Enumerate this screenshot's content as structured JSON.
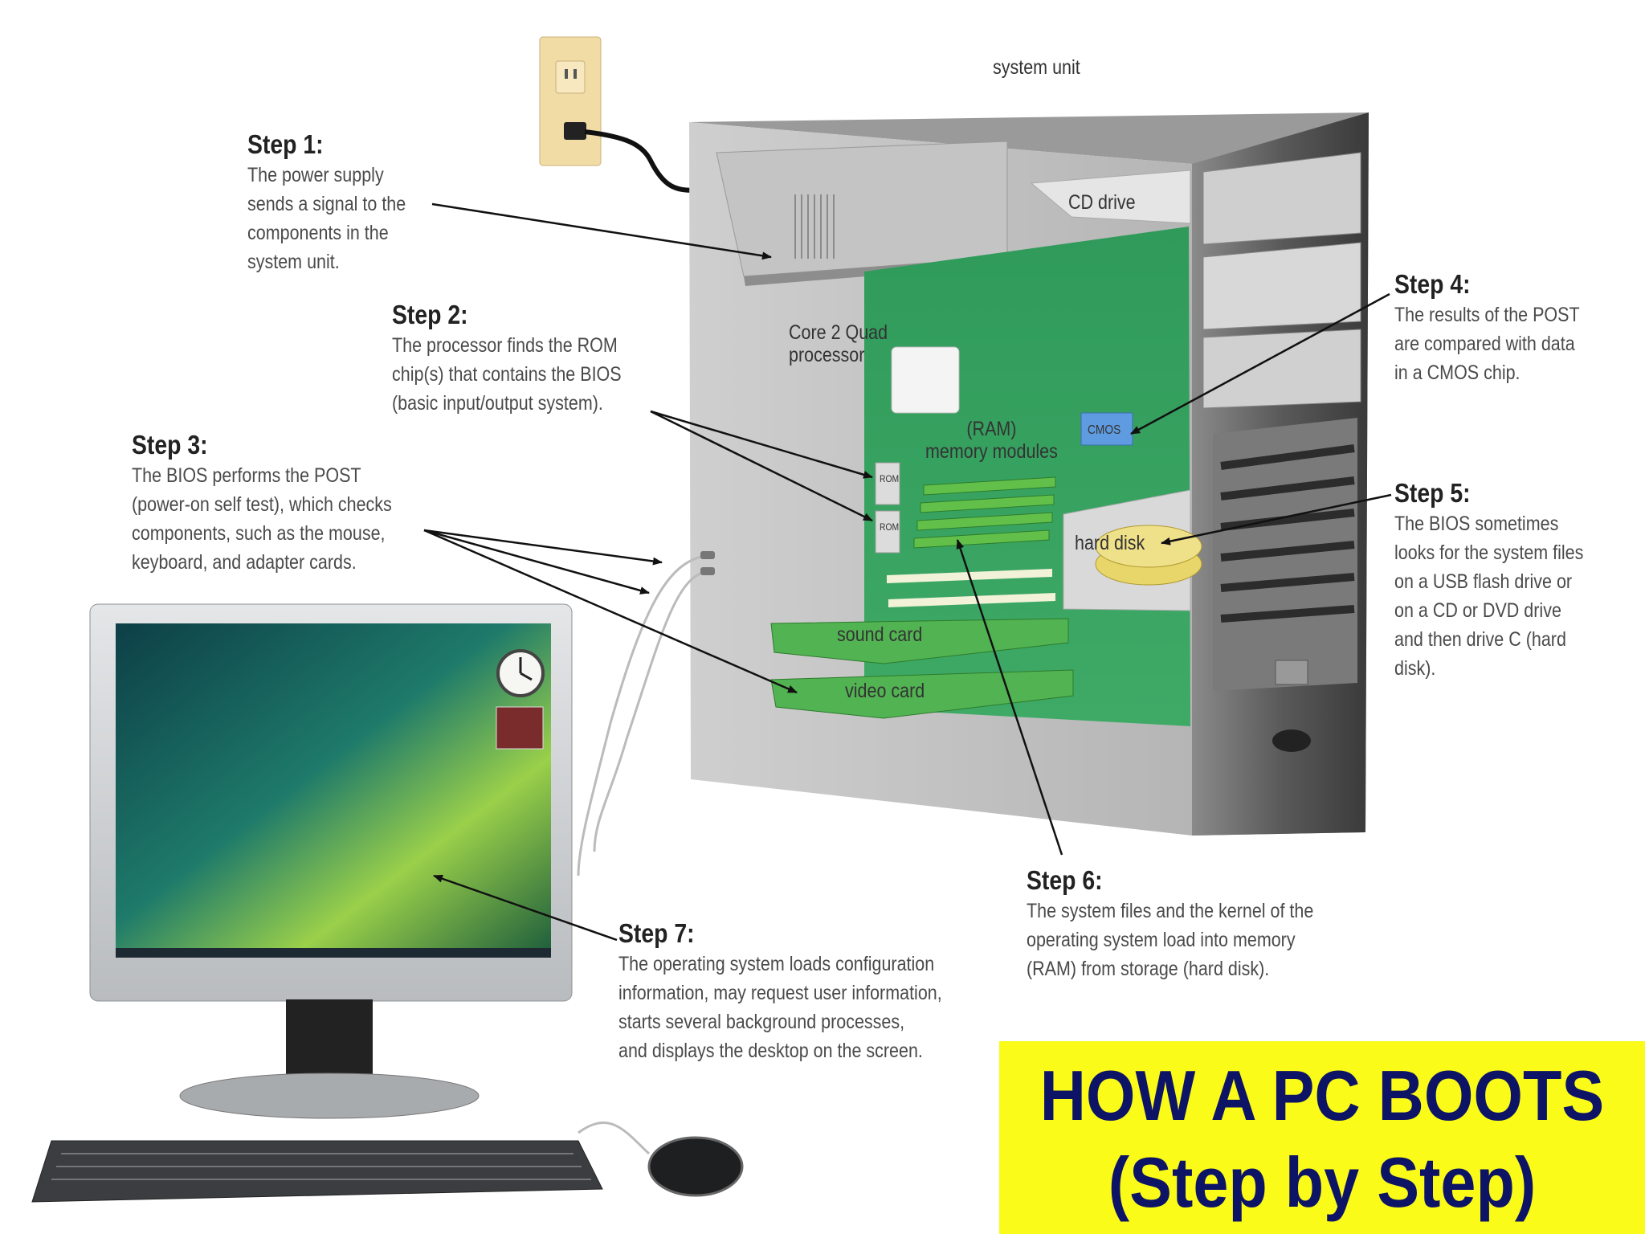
{
  "title": {
    "line1": "HOW A PC BOOTS",
    "line2": "(Step by Step)"
  },
  "labels": {
    "system_unit": "system unit",
    "cd_drive": "CD drive",
    "processor": "Core 2 Quad\nprocessor",
    "ram": "(RAM)\nmemory modules",
    "cmos": "CMOS",
    "rom": "ROM",
    "hard_disk": "hard disk",
    "sound_card": "sound card",
    "video_card": "video card"
  },
  "steps": [
    {
      "title": "Step 1:",
      "text": "The power supply\nsends a signal to the\ncomponents in the\nsystem unit."
    },
    {
      "title": "Step 2:",
      "text": "The processor finds the ROM\nchip(s) that contains the BIOS\n(basic input/output system)."
    },
    {
      "title": "Step 3:",
      "text": "The BIOS performs the POST\n(power-on self test), which checks\ncomponents, such as the mouse,\nkeyboard, and adapter cards."
    },
    {
      "title": "Step 4:",
      "text": "The results of the POST\nare compared with data\nin a CMOS chip."
    },
    {
      "title": "Step 5:",
      "text": "The BIOS sometimes\nlooks for the system files\non a USB flash drive or\non a CD or DVD drive\nand then drive C (hard\ndisk)."
    },
    {
      "title": "Step 6:",
      "text": "The system files and the kernel of the\noperating system load into memory\n(RAM) from storage (hard disk)."
    },
    {
      "title": "Step 7:",
      "text": "The operating system loads configuration\ninformation, may request user information,\nstarts several background processes,\nand displays the desktop on the screen."
    }
  ],
  "colors": {
    "title_bg": "#fbfb1a",
    "title_text": "#0d1466",
    "motherboard": "#2e9e58",
    "case": "#6d6d6d"
  }
}
